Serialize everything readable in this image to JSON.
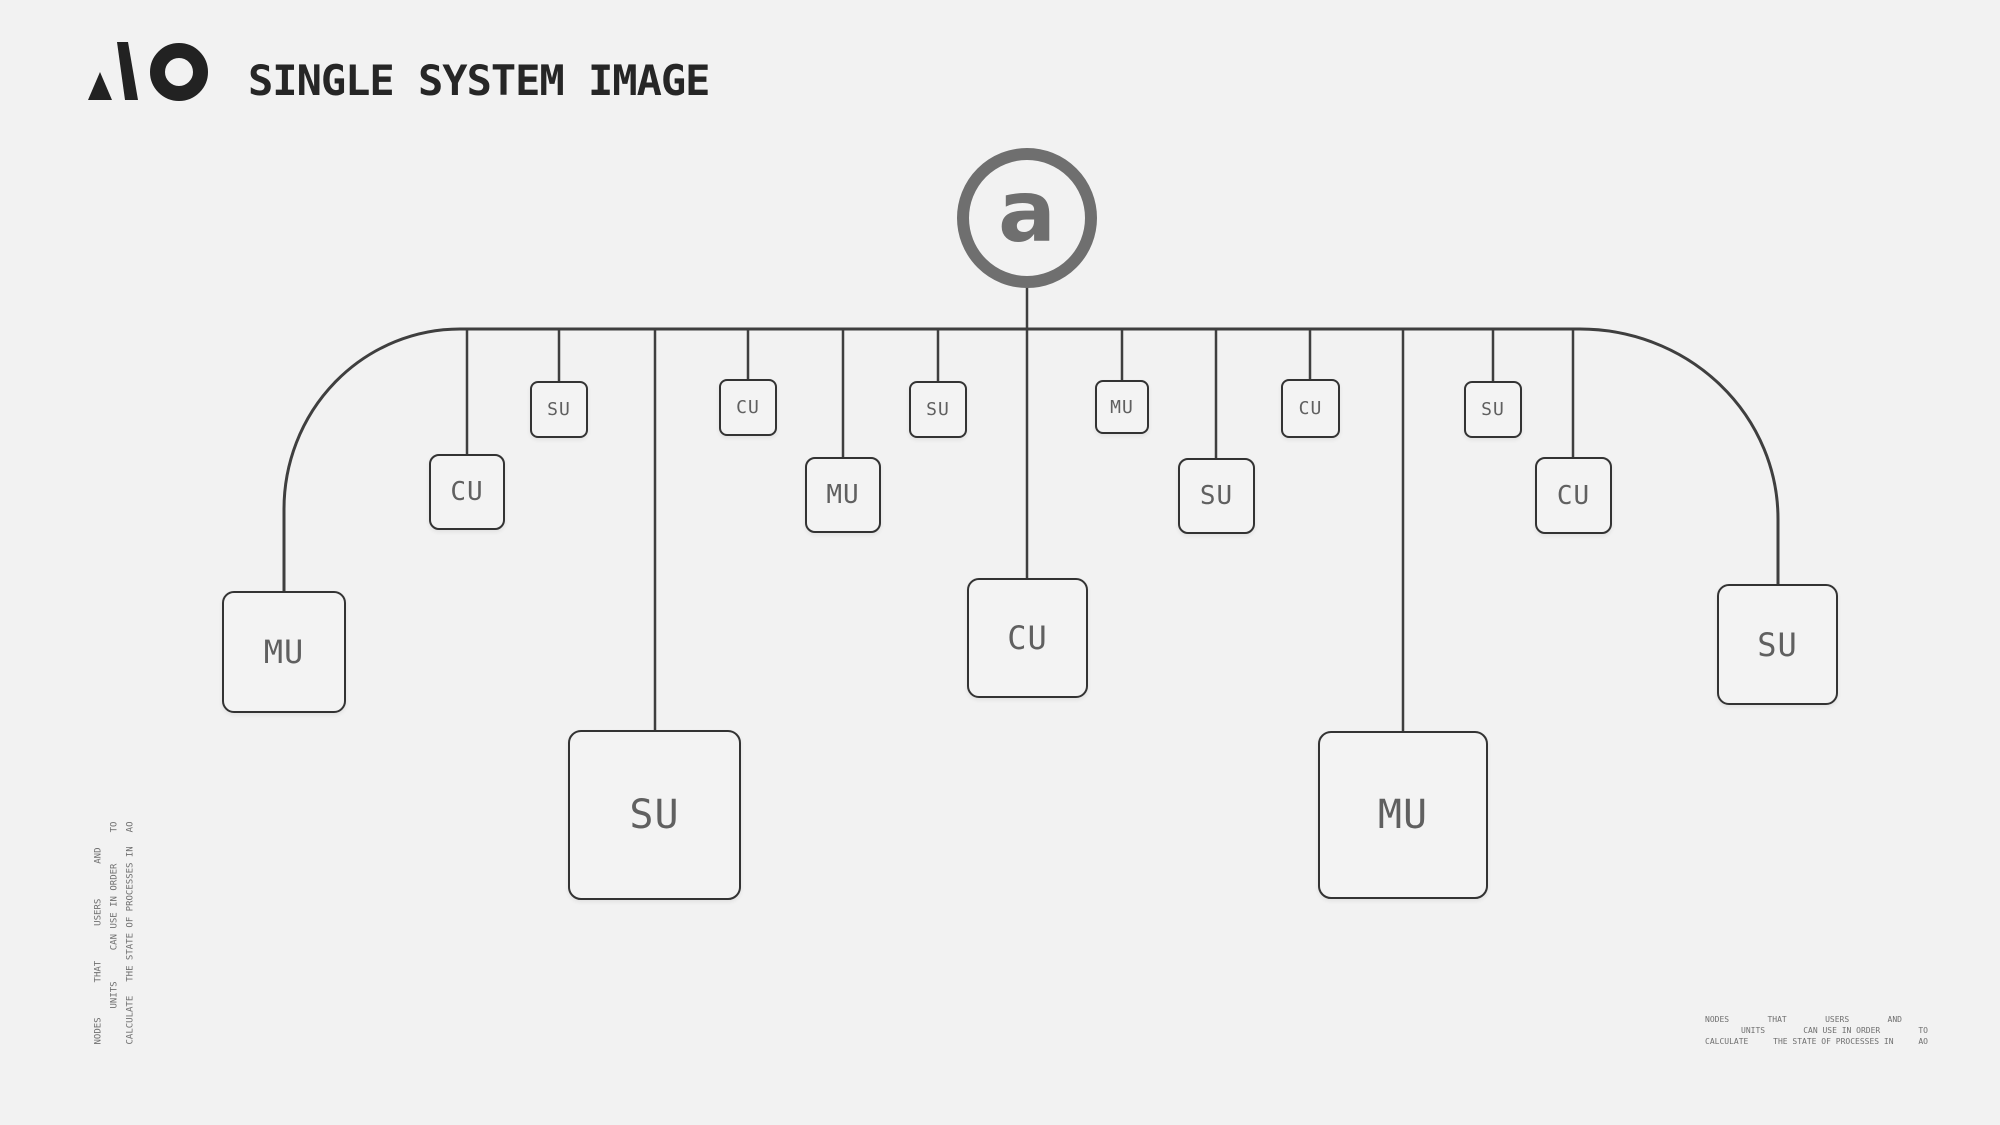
{
  "header": {
    "brand": "AO",
    "title": "SINGLE SYSTEM IMAGE"
  },
  "root": {
    "label": "a"
  },
  "nodes": [
    {
      "id": "mu-1",
      "label": "MU",
      "size": "lg"
    },
    {
      "id": "cu-1",
      "label": "CU",
      "size": "md"
    },
    {
      "id": "su-1",
      "label": "SU",
      "size": "sm"
    },
    {
      "id": "su-2",
      "label": "SU",
      "size": "xl"
    },
    {
      "id": "cu-2",
      "label": "CU",
      "size": "sm"
    },
    {
      "id": "mu-2",
      "label": "MU",
      "size": "md"
    },
    {
      "id": "su-3",
      "label": "SU",
      "size": "sm"
    },
    {
      "id": "cu-3",
      "label": "CU",
      "size": "lg"
    },
    {
      "id": "mu-3",
      "label": "MU",
      "size": "sm"
    },
    {
      "id": "su-4",
      "label": "SU",
      "size": "md"
    },
    {
      "id": "cu-4",
      "label": "CU",
      "size": "sm"
    },
    {
      "id": "mu-4",
      "label": "MU",
      "size": "xl"
    },
    {
      "id": "su-5",
      "label": "SU",
      "size": "sm"
    },
    {
      "id": "cu-5",
      "label": "CU",
      "size": "md"
    },
    {
      "id": "su-6",
      "label": "SU",
      "size": "lg"
    }
  ],
  "caption": {
    "rows": [
      [
        "NODES",
        "THAT",
        "USERS",
        "AND"
      ],
      [
        "UNITS",
        "CAN USE IN ORDER",
        "TO"
      ],
      [
        "CALCULATE",
        "THE STATE OF PROCESSES IN",
        "AO"
      ]
    ]
  },
  "colors": {
    "background": "#f2f2f2",
    "wire": "#3f3f3f",
    "box_border": "#333333",
    "box_label": "#606060",
    "root_gray": "#6f6f6f",
    "ink": "#262626"
  }
}
